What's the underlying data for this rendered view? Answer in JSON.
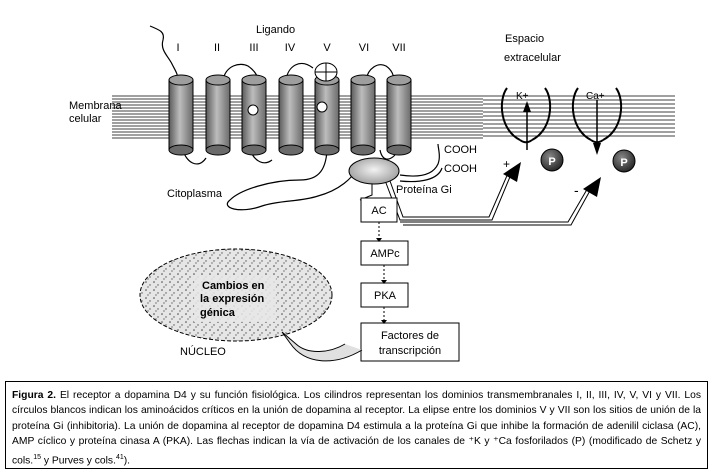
{
  "labels": {
    "ligand": "Ligando",
    "extracellular_1": "Espacio",
    "extracellular_2": "extracelular",
    "membrane_1": "Membrana",
    "membrane_2": "celular",
    "cooh_1": "COOH",
    "cooh_2": "COOH",
    "cytoplasm": "Citoplasma",
    "gi_protein": "Proteína Gi",
    "k_channel": "K+",
    "ca_channel": "Ca+",
    "phosphate_k": "P",
    "phosphate_ca": "P",
    "plus_sign": "+",
    "minus_sign": "-",
    "nucleus_text_1": "Cambios en",
    "nucleus_text_2": "la expresión",
    "nucleus_text_3": "génica",
    "nucleus": "NÚCLEO"
  },
  "domains": [
    "I",
    "II",
    "III",
    "IV",
    "V",
    "VI",
    "VII"
  ],
  "boxes": {
    "ac": "AC",
    "ampc": "AMPc",
    "pka": "PKA",
    "factors_1": "Factores de",
    "factors_2": "transcripción"
  },
  "caption": {
    "title": "Figura 2.",
    "body": " El receptor a dopamina D4 y su función fisiológica. Los cilindros representan los dominios transmembranales I, II, III, IV, V, VI y VII. Los círculos blancos indican los aminoácidos críticos en la unión de dopamina al receptor. La elipse entre los dominios V y VII son los sitios de unión de la proteína Gi (inhibitoria). La unión de dopamina al receptor de dopamina D4 estimula a la proteína Gi que inhibe la formación de adenilil ciclasa (AC), AMP cíclico y proteína cinasa A (PKA). Las flechas indican la vía de activación de los canales de ⁺K y ⁺Ca fosforilados (P) (modificado de Schetz y cols.",
    "ref1": "15",
    "mid": " y Purves y cols.",
    "ref2": "41",
    "end": ")."
  }
}
